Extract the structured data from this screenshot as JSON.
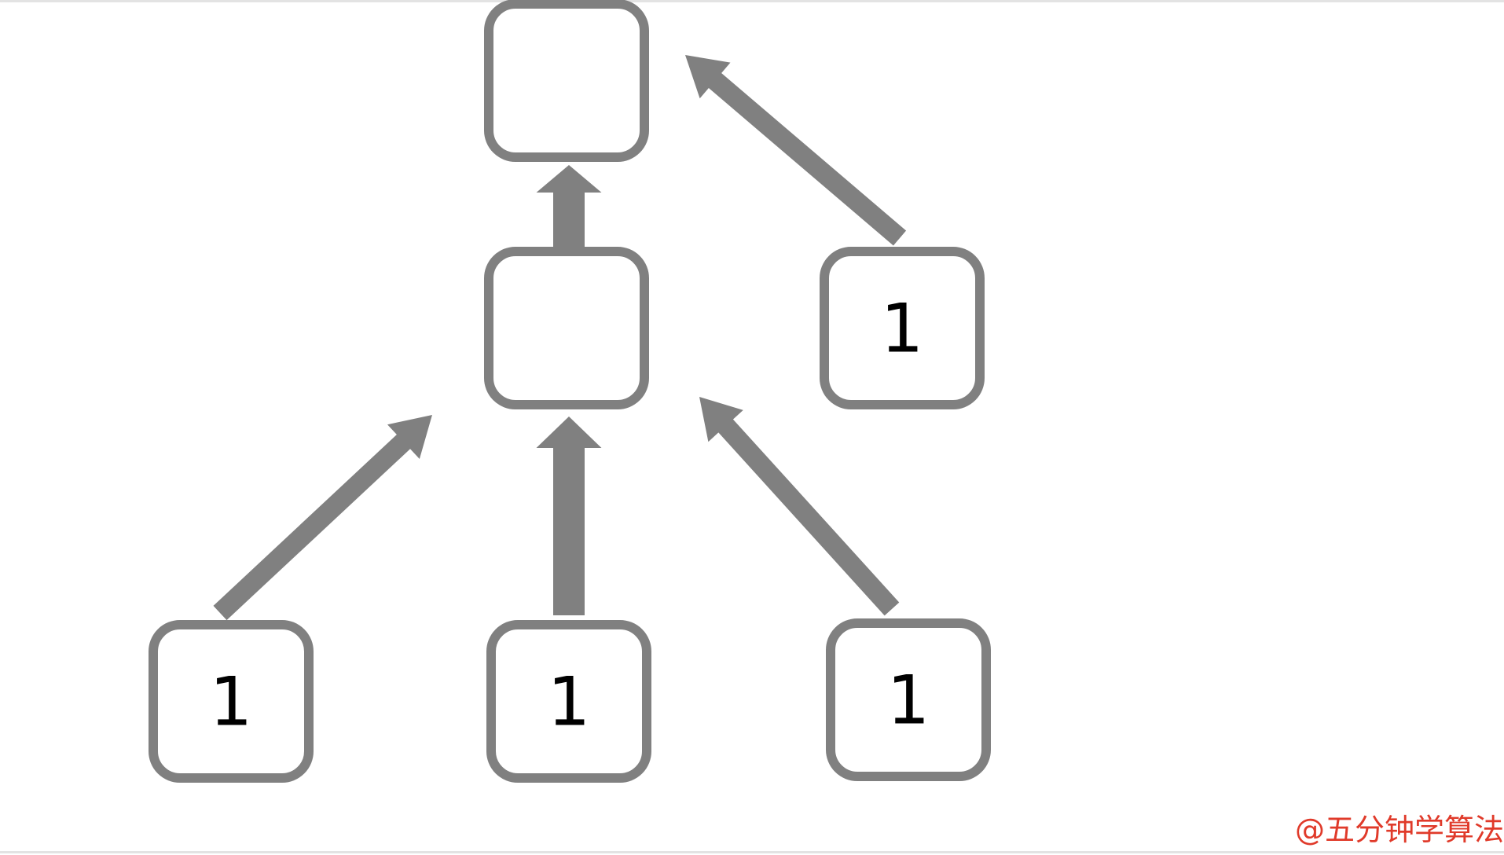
{
  "diagram": {
    "nodes": [
      {
        "id": "root",
        "label": ""
      },
      {
        "id": "middle",
        "label": ""
      },
      {
        "id": "right",
        "label": "1"
      },
      {
        "id": "bottom-left",
        "label": "1"
      },
      {
        "id": "bottom-center",
        "label": "1"
      },
      {
        "id": "bottom-right",
        "label": "1"
      }
    ],
    "edges": [
      {
        "from": "middle",
        "to": "root"
      },
      {
        "from": "right",
        "to": "root"
      },
      {
        "from": "bottom-left",
        "to": "middle"
      },
      {
        "from": "bottom-center",
        "to": "middle"
      },
      {
        "from": "bottom-right",
        "to": "middle"
      }
    ],
    "colors": {
      "node_border": "#808080",
      "arrow": "#808080",
      "label": "#000000",
      "watermark": "#e03a2a"
    }
  },
  "watermark": "@五分钟学算法"
}
